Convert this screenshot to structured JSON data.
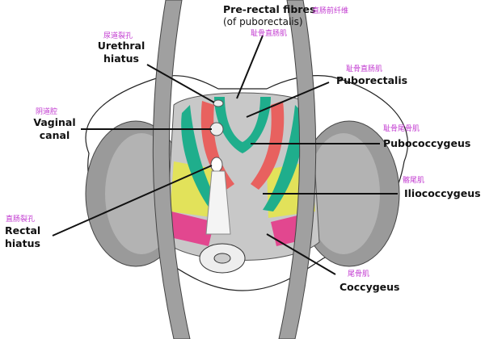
{
  "labels": {
    "prerectal": {
      "en": "Pre-rectal fibres",
      "sub": "(of puborectalis)",
      "zh": "直肠前纤维",
      "zh2": "耻骨直肠肌"
    },
    "urethral": {
      "zh": "尿道裂孔",
      "line1": "Urethral",
      "line2": "hiatus"
    },
    "vaginal": {
      "zh": "阴道腔",
      "line1": "Vaginal",
      "line2": "canal"
    },
    "rectal": {
      "zh": "直肠裂孔",
      "line1": "Rectal",
      "line2": "hiatus"
    },
    "puborectalis": {
      "zh": "耻骨直肠肌",
      "en": "Puborectalis"
    },
    "pubococcygeus": {
      "zh": "耻骨尾骨肌",
      "en": "Pubococcygeus"
    },
    "iliococcygeus": {
      "zh": "髂尾肌",
      "en": "Iliococcygeus"
    },
    "coccygeus": {
      "zh": "尾骨肌",
      "en": "Coccygeus"
    }
  },
  "colors": {
    "puborectalis": "#e8615f",
    "pubococcygeus": "#1fae8c",
    "iliococcygeus": "#e2e25a",
    "coccygeus": "#e2478f",
    "label_zh": "#c23ad0"
  }
}
